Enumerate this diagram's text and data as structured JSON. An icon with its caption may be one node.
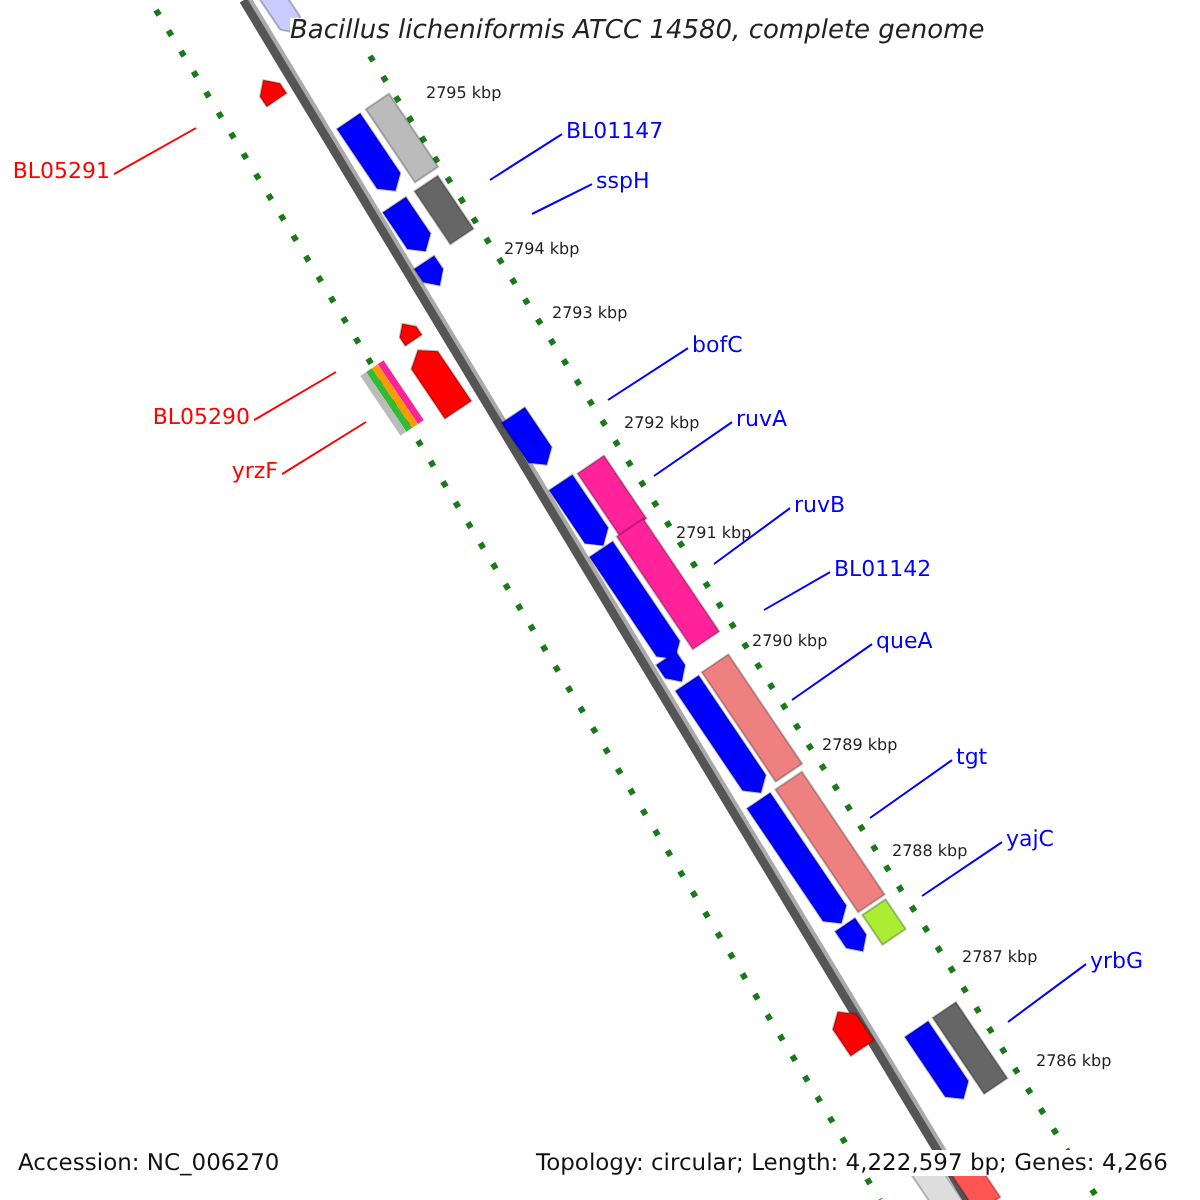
{
  "diagram": {
    "title": "Bacillus licheniformis ATCC 14580, complete genome",
    "nodes": [
      {
        "text": [
          "BL01147"
        ]
      },
      {
        "text": [
          "BL05291"
        ]
      },
      {
        "text": [
          "sspH"
        ]
      },
      {
        "text": [
          "bofC"
        ]
      },
      {
        "text": [
          "BL05290"
        ]
      },
      {
        "text": [
          "ruvA"
        ]
      },
      {
        "text": [
          "yrzF"
        ]
      },
      {
        "text": [
          "ruvB"
        ]
      },
      {
        "text": [
          "BL01142"
        ]
      },
      {
        "text": [
          "queA"
        ]
      },
      {
        "text": [
          "tgt"
        ]
      },
      {
        "text": [
          "yajC"
        ]
      },
      {
        "text": [
          "yrbG"
        ]
      }
    ],
    "edges": [
      {
        "from": 0,
        "to": null,
        "arrow": "none"
      },
      {
        "from": 1,
        "to": null,
        "arrow": "none",
        "color": "#ff0000"
      },
      {
        "from": 2,
        "to": null,
        "arrow": "none"
      },
      {
        "from": 3,
        "to": null,
        "arrow": "none"
      },
      {
        "from": 4,
        "to": null,
        "arrow": "none",
        "color": "#ff0000"
      },
      {
        "from": 5,
        "to": null,
        "arrow": "none"
      },
      {
        "from": 6,
        "to": null,
        "arrow": "none",
        "color": "#ff0000"
      },
      {
        "from": 7,
        "to": null,
        "arrow": "none"
      },
      {
        "from": 8,
        "to": null,
        "arrow": "none"
      },
      {
        "from": 9,
        "to": null,
        "arrow": "none"
      },
      {
        "from": 10,
        "to": null,
        "arrow": "none"
      },
      {
        "from": 11,
        "to": null,
        "arrow": "none"
      },
      {
        "from": 12,
        "to": null,
        "arrow": "none"
      }
    ],
    "labels": [
      "2795 kbp",
      "2794 kbp",
      "2793 kbp",
      "2792 kbp",
      "2791 kbp",
      "2790 kbp",
      "2789 kbp",
      "2788 kbp",
      "2787 kbp",
      "2786 kbp",
      "Accession: NC_006270",
      "Topology: circular; Length: 4,222,597 bp; Genes: 4,266"
    ]
  }
}
